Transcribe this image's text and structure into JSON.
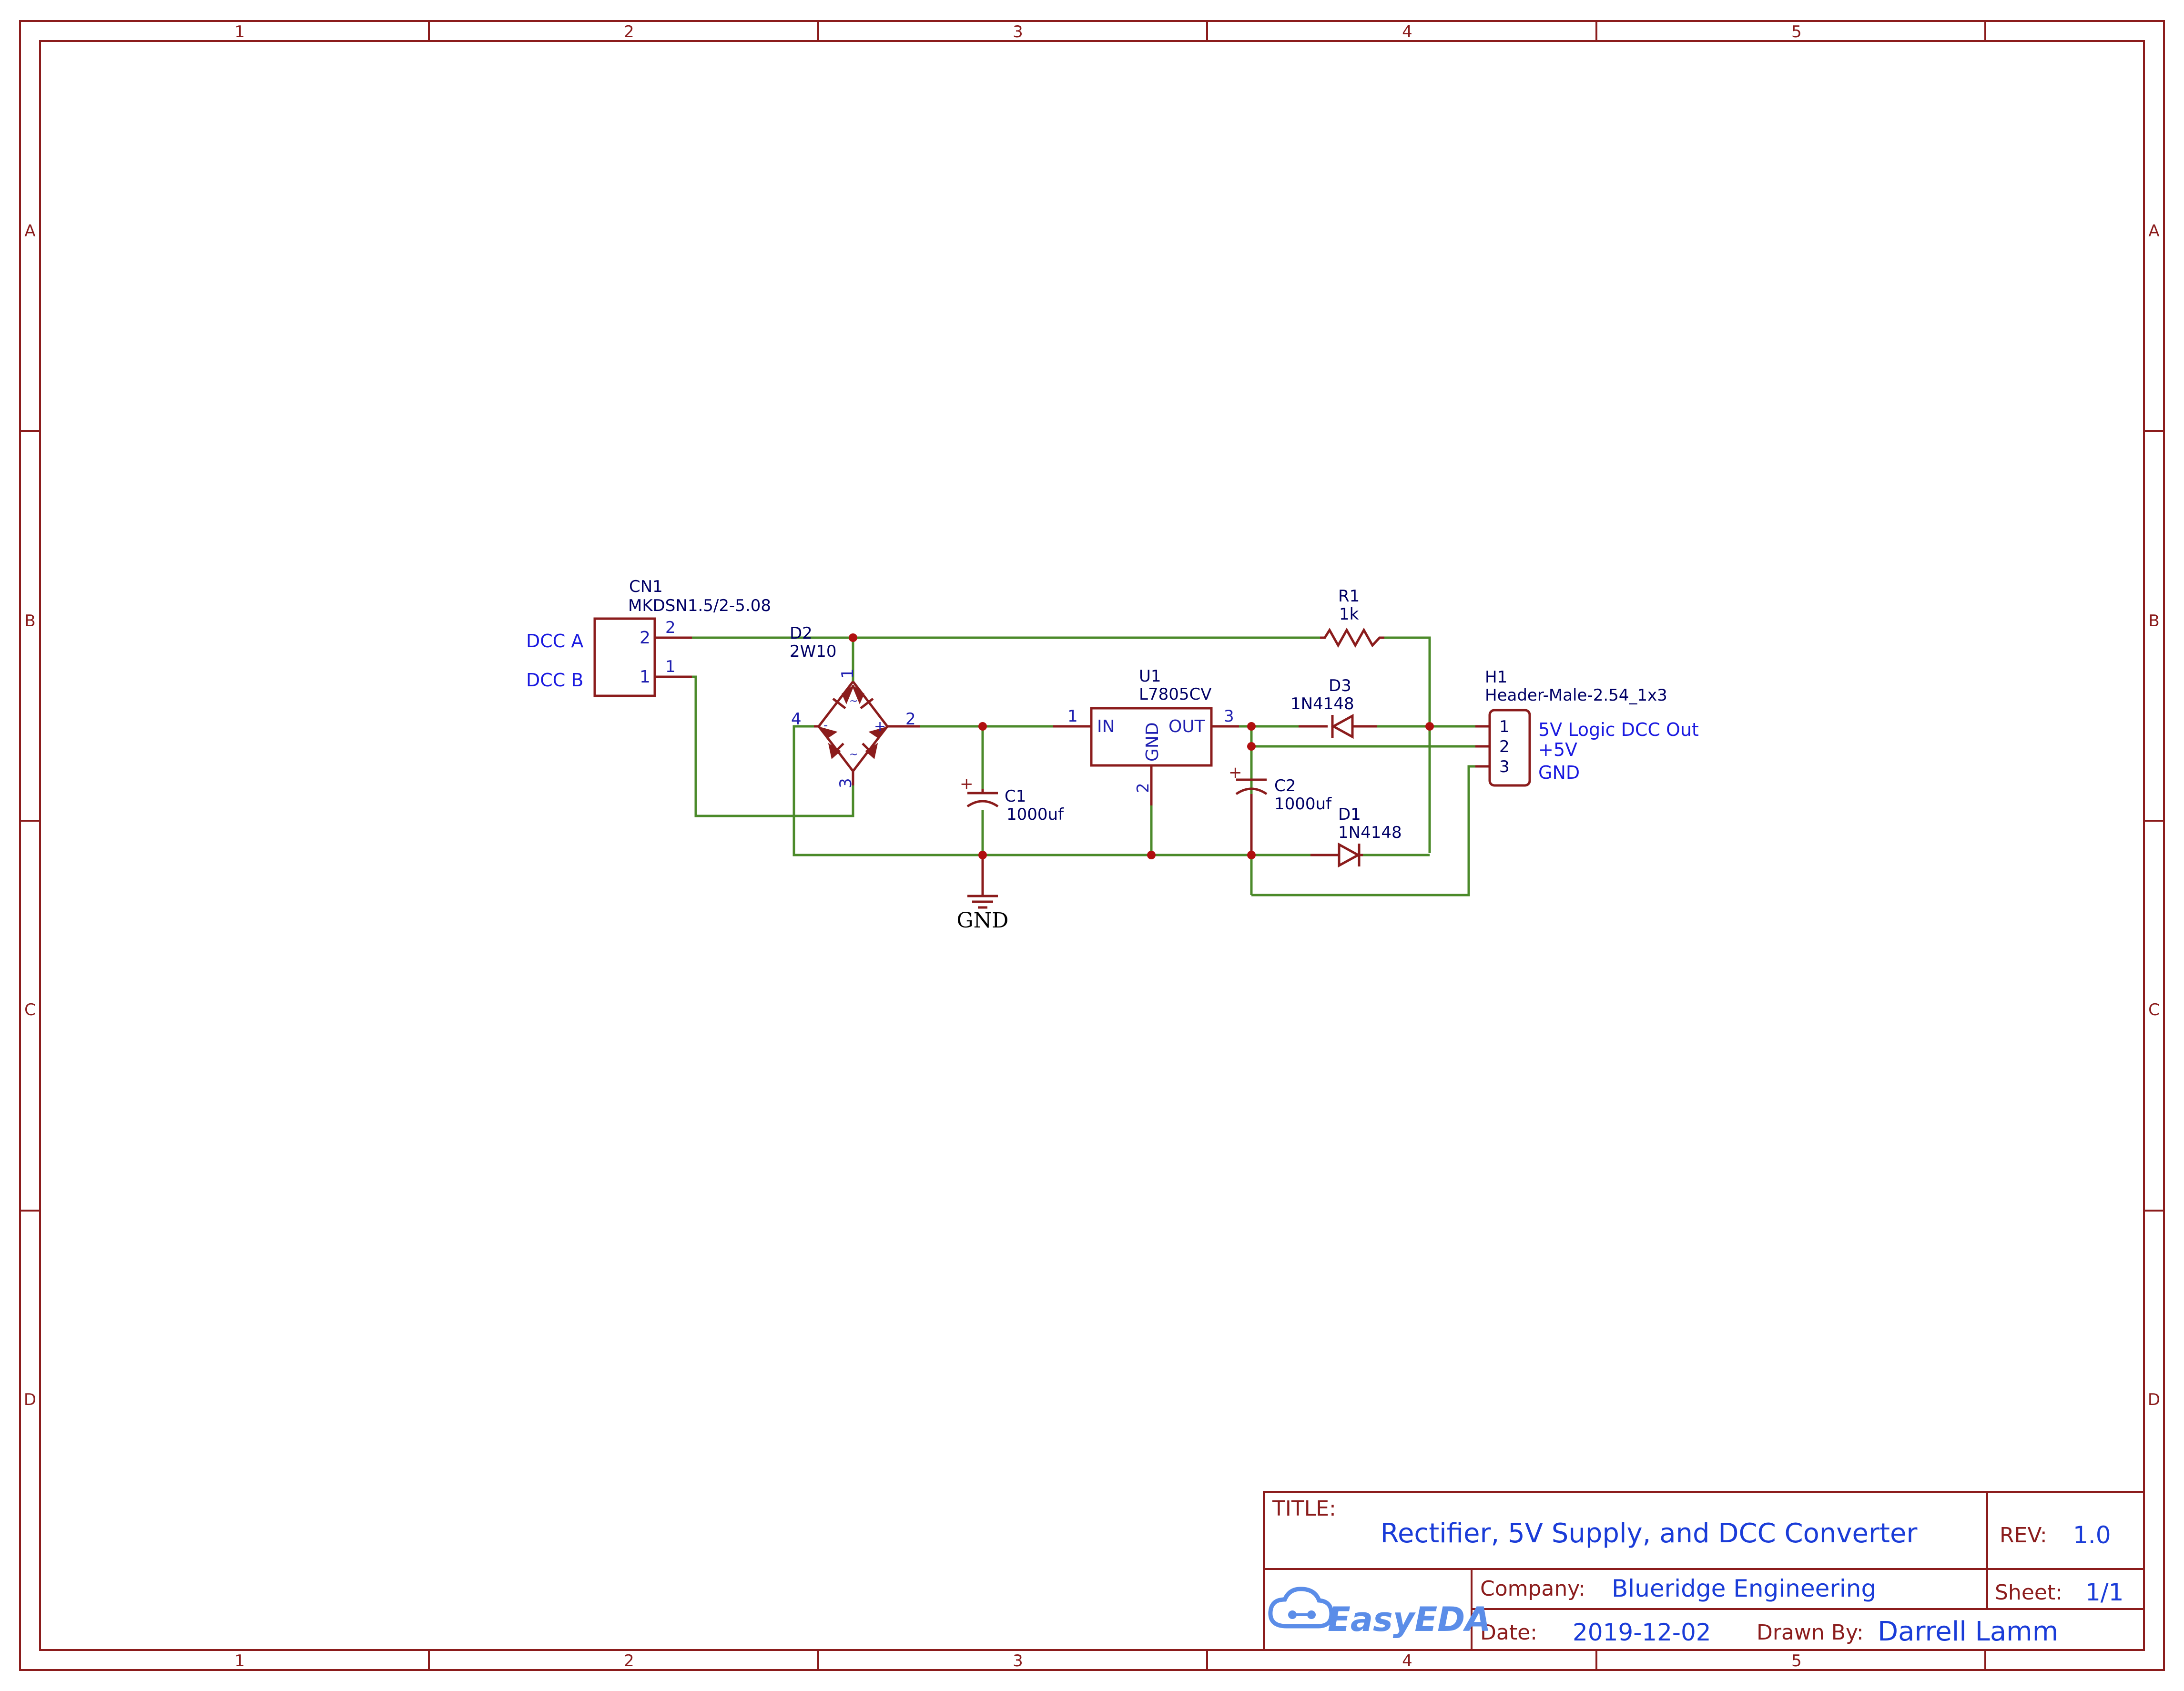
{
  "grid": {
    "columns": [
      "1",
      "2",
      "3",
      "4",
      "5"
    ],
    "rows": [
      "A",
      "B",
      "C",
      "D"
    ]
  },
  "components": {
    "cn1": {
      "ref": "CN1",
      "value": "MKDSN1.5/2-5.08",
      "pins": [
        "2",
        "1"
      ]
    },
    "d2": {
      "ref": "D2",
      "value": "2W10",
      "pins": [
        "1",
        "2",
        "3",
        "4"
      ],
      "signs": [
        "~",
        "~",
        "~",
        "~",
        "-",
        "+"
      ]
    },
    "u1": {
      "ref": "U1",
      "value": "L7805CV",
      "pin_in": "IN",
      "pin_out": "OUT",
      "pin_gnd": "GND",
      "pin_in_num": "1",
      "pin_out_num": "3",
      "pin_gnd_num": "2"
    },
    "c1": {
      "ref": "C1",
      "value": "1000uf",
      "polarity": "+"
    },
    "c2": {
      "ref": "C2",
      "value": "1000uf",
      "polarity": "+"
    },
    "r1": {
      "ref": "R1",
      "value": "1k"
    },
    "d3": {
      "ref": "D3",
      "value": "1N4148"
    },
    "d1": {
      "ref": "D1",
      "value": "1N4148"
    },
    "h1": {
      "ref": "H1",
      "value": "Header-Male-2.54_1x3",
      "pins": [
        "1",
        "2",
        "3"
      ]
    }
  },
  "net_labels": {
    "dcc_a": "DCC A",
    "dcc_b": "DCC B",
    "logic_out": "5V Logic DCC Out",
    "plus5v": "+5V",
    "gnd_pin": "GND",
    "gnd_symbol": "GND"
  },
  "title_block": {
    "title_label": "TITLE:",
    "title": "Rectifier, 5V Supply, and DCC Converter",
    "rev_label": "REV:",
    "rev": "1.0",
    "company_label": "Company:",
    "company": "Blueridge Engineering",
    "sheet_label": "Sheet:",
    "sheet": "1/1",
    "date_label": "Date:",
    "date": "2019-12-02",
    "drawn_label": "Drawn By:",
    "drawn_by": "Darrell Lamm",
    "logo_text": "EasyEDA"
  },
  "colors": {
    "frame": "#8b1c1c",
    "wire": "#4b8a2a",
    "junction": "#b01010",
    "text_blue": "#1a3cd8",
    "logo": "#5b8de8"
  }
}
